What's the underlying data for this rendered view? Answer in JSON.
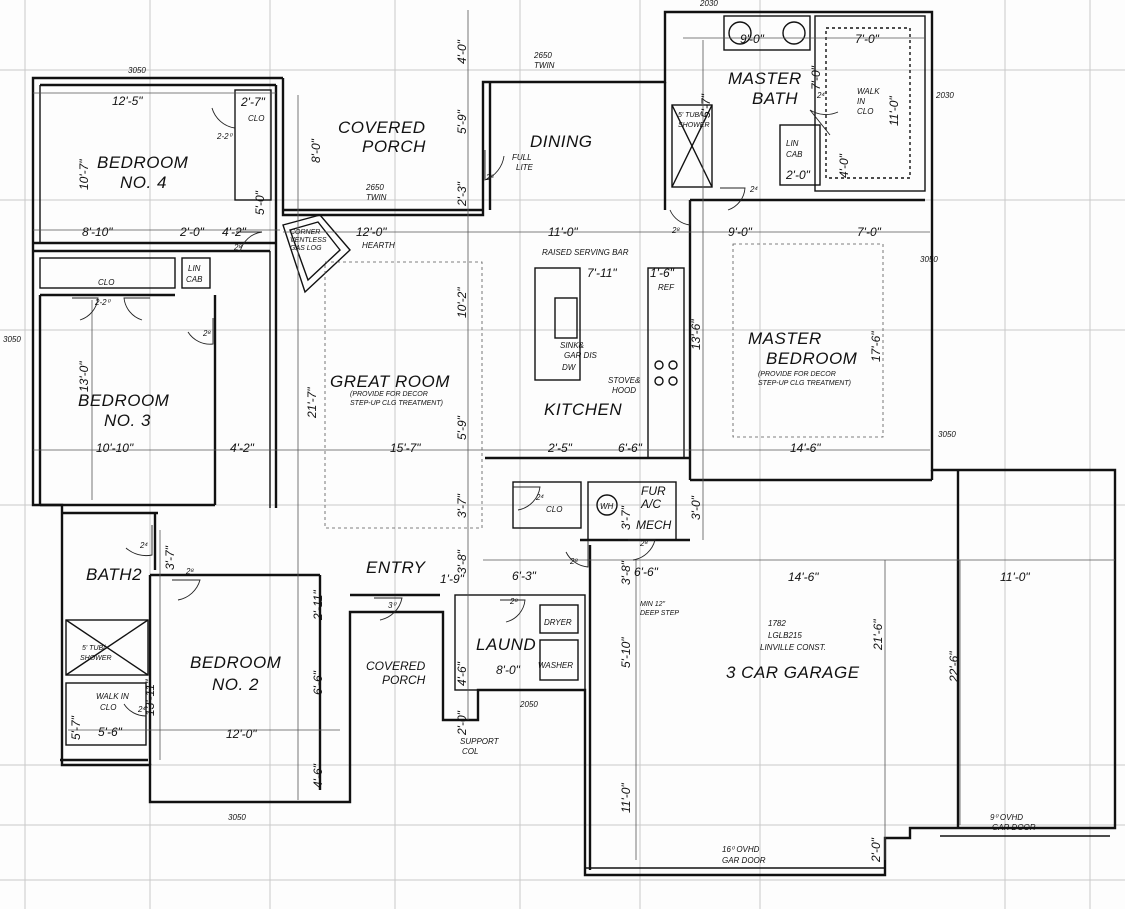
{
  "rooms": {
    "bedroom4": {
      "name": "BEDROOM",
      "number": "NO. 4"
    },
    "bedroom3": {
      "name": "BEDROOM",
      "number": "NO. 3"
    },
    "bedroom2": {
      "name": "BEDROOM",
      "number": "NO. 2"
    },
    "covered_porch_rear": {
      "line1": "COVERED",
      "line2": "PORCH"
    },
    "covered_porch_front": {
      "line1": "COVERED",
      "line2": "PORCH"
    },
    "dining": "DINING",
    "master_bath": {
      "line1": "MASTER",
      "line2": "BATH"
    },
    "master_bedroom": {
      "line1": "MASTER",
      "line2": "BEDROOM"
    },
    "great_room": "GREAT ROOM",
    "kitchen": "KITCHEN",
    "bath2": "BATH2",
    "entry": "ENTRY",
    "laundry": "LAUND",
    "fur": {
      "line1": "FUR",
      "line2": "A/C"
    },
    "mech": "MECH",
    "garage": "3 CAR GARAGE",
    "garage_note": {
      "line1": "1782",
      "line2": "LGLB215",
      "line3": "LINVILLE CONST."
    }
  },
  "notes": {
    "great_room_ceiling": {
      "line1": "(PROVIDE FOR DECOR",
      "line2": "STEP-UP CLG TREATMENT)"
    },
    "master_ceiling": {
      "line1": "(PROVIDE FOR DECOR",
      "line2": "STEP-UP CLG TREATMENT)"
    },
    "raised_serving_bar": "RAISED SERVING BAR",
    "sink": {
      "line1": "SINK&",
      "line2": "GAR DIS"
    },
    "dw": "DW",
    "stove": {
      "line1": "STOVE&",
      "line2": "HOOD"
    },
    "ref": "REF",
    "full_lite": {
      "line1": "FULL",
      "line2": "LITE"
    },
    "hearth": "HEARTH",
    "fireplace": {
      "line1": "CORNER",
      "line2": "VENTLESS",
      "line3": "GAS LOG"
    },
    "lin_cab_left": {
      "line1": "LIN",
      "line2": "CAB"
    },
    "lin_cab_master": {
      "line1": "LIN",
      "line2": "CAB"
    },
    "clo": "CLO",
    "wh": "WH",
    "walk_in_clo": {
      "line1": "WALK",
      "line2": "IN",
      "line3": "CLO"
    },
    "walk_in_clo_short": {
      "line1": "WALK IN",
      "line2": "CLO"
    },
    "tub_shower": {
      "line1": "5' TUB/",
      "line2": "SHOWER"
    },
    "dryer": "DRYER",
    "washer": "WASHER",
    "support_col": {
      "line1": "SUPPORT",
      "line2": "COL"
    },
    "deep_step": {
      "line1": "MIN 12\"",
      "line2": "DEEP STEP"
    },
    "gar_door_16": {
      "line1": "16⁰ OVHD",
      "line2": "GAR DOOR"
    },
    "gar_door_9": {
      "line1": "9⁰ OVHD",
      "line2": "GAR DOOR"
    }
  },
  "windows": {
    "w3050": "3050",
    "w2650": "2650",
    "twin": "TWIN",
    "w2030": "2030",
    "w2050": "2050"
  },
  "doors": {
    "d2_2": "2-2⁰",
    "d2_4": "2⁴",
    "d2_8": "2⁸",
    "d3_0": "3⁰"
  },
  "dims": {
    "bed4_width": "12'-5\"",
    "bed4_clo": "2'-7\"",
    "bed4_depth": "10'-7\"",
    "hall_8_10": "8'-10\"",
    "two_0": "2'-0\"",
    "four_2": "4'-2\"",
    "twelve_0": "12'-0\"",
    "eleven_0": "11'-0\"",
    "nine_0": "9'-0\"",
    "seven_0": "7'-0\"",
    "seven_11": "7'-11\"",
    "one_6": "1'-6\"",
    "bed3_width": "10'-10\"",
    "fifteen_7": "15'-7\"",
    "two_5": "2'-5\"",
    "six_6": "6'-6\"",
    "fourteen_6": "14'-6\"",
    "one_9": "1'-9\"",
    "six_3": "6'-3\"",
    "eight_0": "8'-0\"",
    "five_6": "5'-6\"",
    "five_0": "5'-0\"",
    "four_0": "4'-0\"",
    "five_9": "5'-9\"",
    "two_3": "2'-3\"",
    "ten_2": "10'-2\"",
    "three_7": "3'-7\"",
    "three_8": "3'-8\"",
    "four_6": "4'-6\"",
    "twenty_one_7": "21'-7\"",
    "thirteen_0": "13'-0\"",
    "thirteen_11": "13'-11\"",
    "two_11": "2'-11\"",
    "five_7": "5'-7\"",
    "thirteen_6": "13'-6\"",
    "seventeen_6": "17'-6\"",
    "three_0": "3'-0\"",
    "five_10": "5'-10\"",
    "twenty_one_6": "21'-6\"",
    "twenty_two_6": "22'-6\""
  }
}
